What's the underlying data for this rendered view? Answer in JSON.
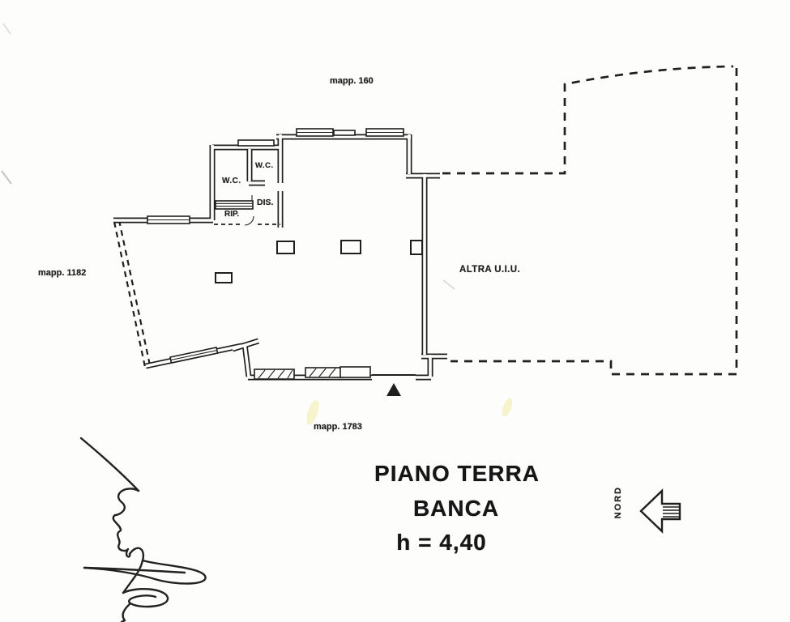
{
  "colors": {
    "paper": "#fdfdfc",
    "ink": "#1f1f1f",
    "smudge": "#f1eb9e"
  },
  "parcels": {
    "top": "mapp. 160",
    "left": "mapp. 1182",
    "bottom": "mapp. 1783"
  },
  "adjacent_unit_label": "ALTRA U.I.U.",
  "rooms": {
    "wc_upper": "W.C.",
    "wc_lower": "W.C.",
    "dis": "DIS.",
    "rip": "RIP."
  },
  "caption": {
    "floor": "PIANO TERRA",
    "use": "BANCA",
    "height": "h = 4,40"
  },
  "compass": {
    "label": "NORD"
  }
}
